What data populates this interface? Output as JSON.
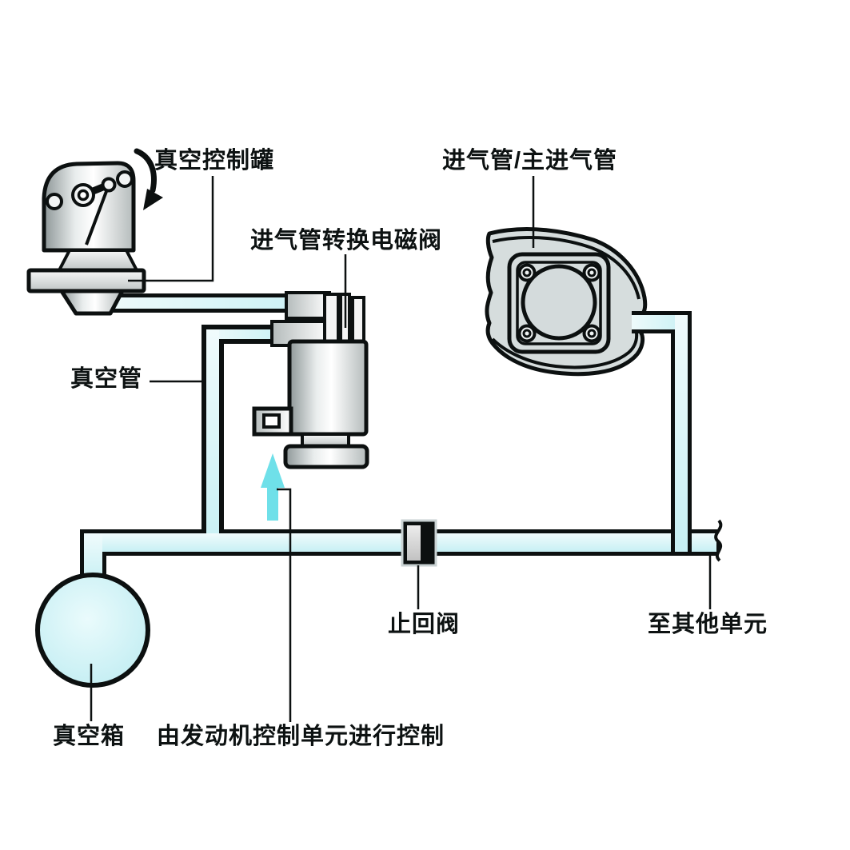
{
  "diagram": {
    "labels": {
      "vacuum_control_canister": "真空控制罐",
      "solenoid_valve": "进气管转换电磁阀",
      "intake_manifold": "进气管/主进气管",
      "vacuum_hose": "真空管",
      "check_valve": "止回阀",
      "to_other_units": "至其他单元",
      "vacuum_tank": "真空箱",
      "ecu_control": "由发动机控制单元进行控制"
    },
    "icons": {
      "rotation_arrow": "curved-arrow-down",
      "flow_arrow": "up-arrow"
    },
    "colors": {
      "outline": "#0c1010",
      "pipe_fill": "#d7f4f7",
      "tank_fill": "#c4eef3",
      "flow_arrow": "#6fe0e9",
      "manifold_fill": "#d6dddd",
      "metal_light": "#ffffff",
      "metal_dark": "#8e9798",
      "background": "#ffffff"
    }
  }
}
